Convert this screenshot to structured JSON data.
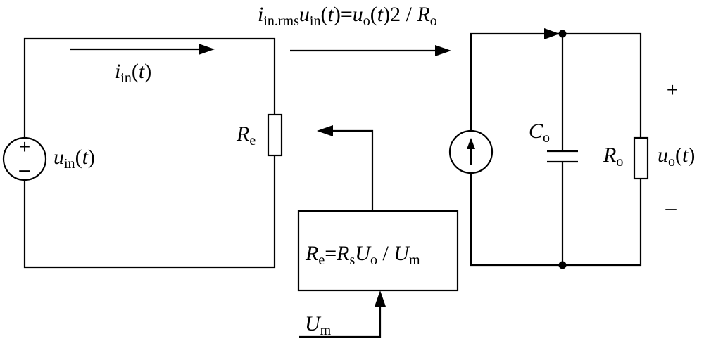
{
  "labels": {
    "power_balance": {
      "i": "i",
      "i_sub": "in.rms",
      "u": "u",
      "u_sub": "in",
      "t1": "(",
      "t1v": "t",
      "t1c": ")",
      "eq": "=",
      "uo": "u",
      "uo_sub": "o",
      "t2": "(",
      "t2v": "t",
      "t2c": ")",
      "rest": "2 / ",
      "R": "R",
      "R_sub": "o"
    },
    "input_current": {
      "i": "i",
      "sub": "in",
      "open": "(",
      "t": "t",
      "close": ")"
    },
    "input_voltage": {
      "u": "u",
      "sub": "in",
      "open": "(",
      "t": "t",
      "close": ")"
    },
    "emulated_resistor": {
      "R": "R",
      "sub": "e"
    },
    "output_capacitor": {
      "C": "C",
      "sub": "o"
    },
    "load_resistor": {
      "R": "R",
      "sub": "o"
    },
    "output_voltage": {
      "u": "u",
      "sub": "o",
      "open": "(",
      "t": "t",
      "close": ")"
    },
    "controller_formula": {
      "R1": "R",
      "s1": "e",
      "eq": "=",
      "R2": "R",
      "s2": "s",
      "U1": "U",
      "s3": "o",
      "slash": " / ",
      "U2": "U",
      "s4": "m"
    },
    "control_input": {
      "U": "U",
      "sub": "m"
    },
    "plus_sign": "+",
    "minus_sign": "–",
    "source_plus": "+",
    "source_minus": "–"
  }
}
